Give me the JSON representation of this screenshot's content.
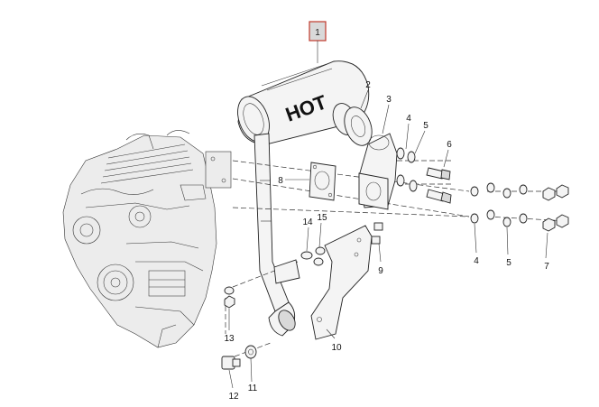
{
  "highlight": {
    "label": "1",
    "fill": "#d9d9d9",
    "stroke": "#c0392b"
  },
  "muffler_text": "HOT",
  "callouts": [
    {
      "id": "2",
      "label": "2"
    },
    {
      "id": "3",
      "label": "3"
    },
    {
      "id": "4a",
      "label": "4"
    },
    {
      "id": "5a",
      "label": "5"
    },
    {
      "id": "6",
      "label": "6"
    },
    {
      "id": "8",
      "label": "8"
    },
    {
      "id": "14",
      "label": "14"
    },
    {
      "id": "15",
      "label": "15"
    },
    {
      "id": "9",
      "label": "9"
    },
    {
      "id": "4b",
      "label": "4"
    },
    {
      "id": "5b",
      "label": "5"
    },
    {
      "id": "7",
      "label": "7"
    },
    {
      "id": "13",
      "label": "13"
    },
    {
      "id": "10",
      "label": "10"
    },
    {
      "id": "12",
      "label": "12"
    },
    {
      "id": "11",
      "label": "11"
    }
  ]
}
